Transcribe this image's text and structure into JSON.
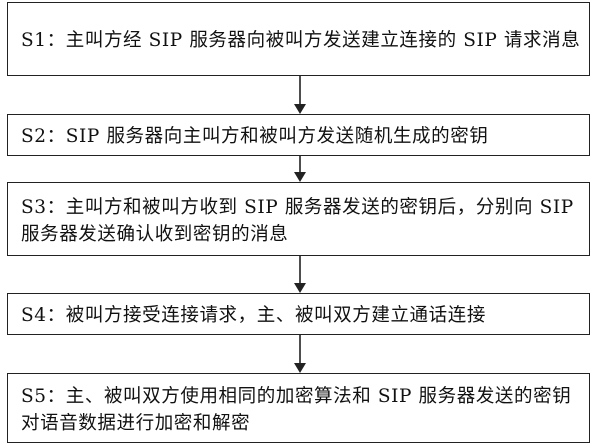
{
  "steps": [
    {
      "id": "s1",
      "text": "S1：主叫方经 SIP 服务器向被叫方发送建立连接的 SIP 请求消息"
    },
    {
      "id": "s2",
      "text": "S2：SIP 服务器向主叫方和被叫方发送随机生成的密钥"
    },
    {
      "id": "s3",
      "text": "S3：主叫方和被叫方收到 SIP 服务器发送的密钥后，分别向 SIP 服务器发送确认收到密钥的消息"
    },
    {
      "id": "s4",
      "text": "S4：被叫方接受连接请求，主、被叫双方建立通话连接"
    },
    {
      "id": "s5",
      "text": "S5：主、被叫双方使用相同的加密算法和 SIP 服务器发送的密钥对语音数据进行加密和解密"
    }
  ],
  "colors": {
    "border": "#222222",
    "text": "#111111",
    "arrow": "#222222"
  }
}
